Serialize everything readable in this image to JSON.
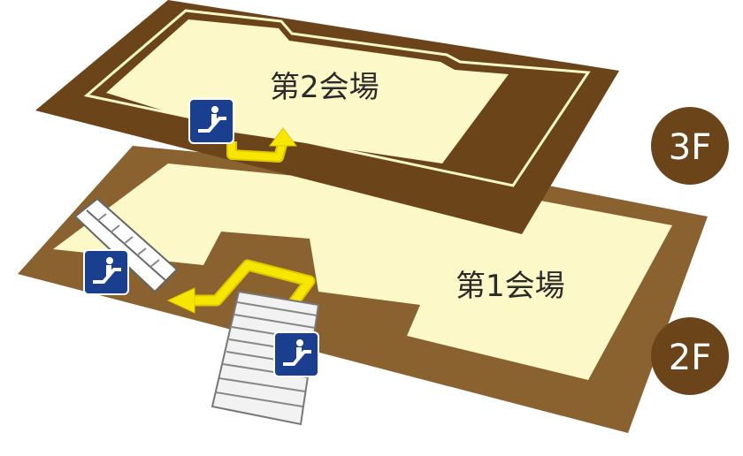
{
  "map": {
    "floors": [
      {
        "id": "3f",
        "label": "3F",
        "hall": "第2会場"
      },
      {
        "id": "2f",
        "label": "2F",
        "hall": "第1会場"
      }
    ],
    "icons": [
      "escalator-icon",
      "escalator-icon",
      "escalator-icon"
    ],
    "colors": {
      "upper_floor": "#6b4419",
      "lower_floor": "#8a6230",
      "room": "#fdf8c8",
      "route": "#f7e600",
      "floor_badge": "#6b4419",
      "sign_blue": "#1a3f8f"
    }
  }
}
